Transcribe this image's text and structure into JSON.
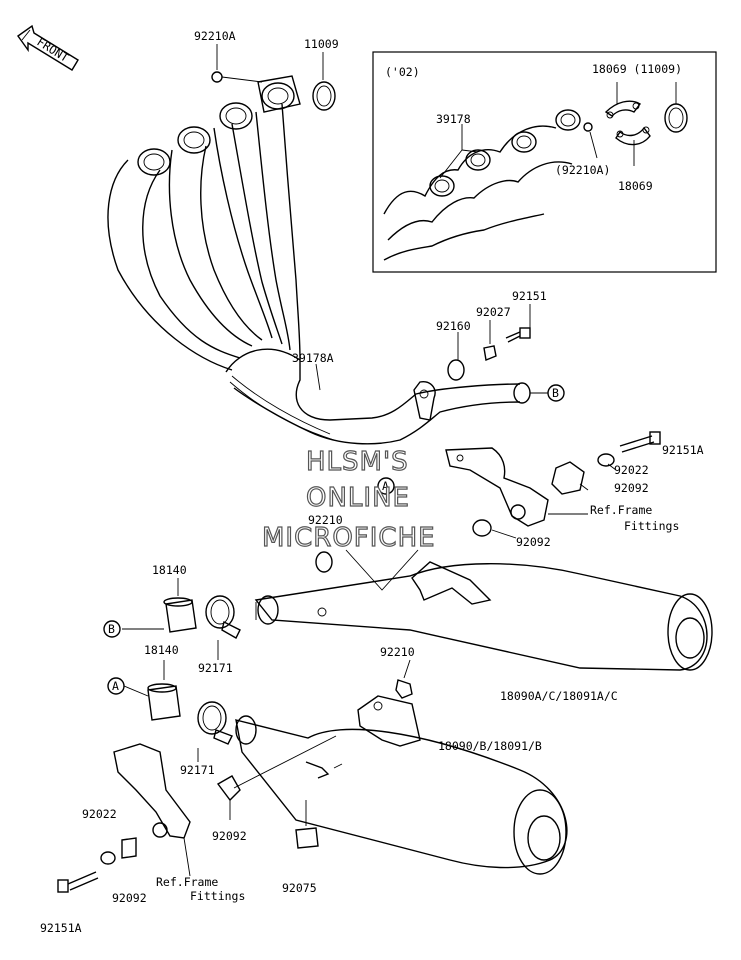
{
  "front_label": "FRONT",
  "inset_year": "('02)",
  "labels": {
    "l92210A_top": "92210A",
    "l11009": "11009",
    "l18069_11009": "18069 (11009)",
    "l39178": "39178",
    "l92210A_paren": "(92210A)",
    "l18069": "18069",
    "l92151": "92151",
    "l92027": "92027",
    "l92160": "92160",
    "l39178A": "39178A",
    "l92151A_r": "92151A",
    "l92022_r": "92022",
    "l92092_r1": "92092",
    "ref_frame_r1": "Ref.Frame",
    "ref_frame_r2": "Fittings",
    "l92092_r2": "92092",
    "l92210_mid": "92210",
    "l18140_b": "18140",
    "l92171_b": "92171",
    "l18090A": "18090A/C/18091A/C",
    "l18140_a": "18140",
    "l92210_low": "92210",
    "l92171_a": "92171",
    "l18090": "18090/B/18091/B",
    "l92022_l": "92022",
    "l92092_l1": "92092",
    "l92092_l2": "92092",
    "ref_frame_l1": "Ref.Frame",
    "ref_frame_l2": "Fittings",
    "l92075": "92075",
    "l92151A_l": "92151A"
  },
  "callouts": {
    "b_top": "B",
    "a_top": "A",
    "b_left": "B",
    "a_left": "A"
  },
  "watermark": {
    "line1": "HLSM'S",
    "line2": "ONLINE",
    "line3": "MICROFICHE"
  }
}
